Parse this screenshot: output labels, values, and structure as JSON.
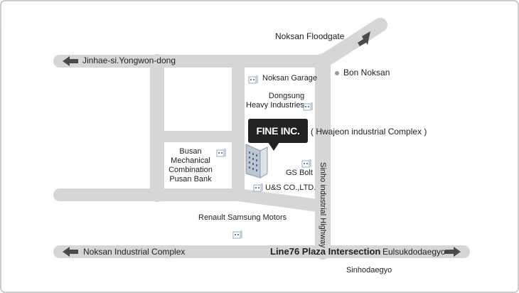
{
  "colors": {
    "road": "#d6d6d6",
    "road_edge": "#c9c9c9",
    "arrow": "#4a4a4a",
    "callout_bg": "#222222",
    "callout_text": "#ffffff",
    "building": "#9aa8b8",
    "frame": "#bdbdbd"
  },
  "icons": [
    "building-icon",
    "arrow-left-icon",
    "arrow-right-icon",
    "arrow-up-right-icon",
    "location-dot-icon",
    "company-building-icon"
  ],
  "labels": {
    "noksan_floodgate": "Noksan Floodgate",
    "jinhae": "Jinhae-si.Yongwon-dong",
    "bon_noksan": "Bon Noksan",
    "noksan_garage": "Noksan Garage",
    "dongsung_1": "Dongsung",
    "dongsung_2": "Heavy Industries",
    "company": "FINE INC.",
    "hwajeon": "( Hwajeon industrial Complex )",
    "busan_1": "Busan",
    "busan_2": "Mechanical",
    "busan_3": "Combination",
    "busan_4": "Pusan Bank",
    "gs_bolt": "GS Bolt",
    "us_co": "U&S CO.,LTD.",
    "highway": "Sinho industrial Highway",
    "renault": "Renault Samsung Motors",
    "noksan_complex": "Noksan Industrial Complex",
    "line76": "Line76 Plaza Intersection",
    "eulsuk": "Eulsukdodaegyo",
    "sinhodaegyo": "Sinhodaegyo"
  }
}
